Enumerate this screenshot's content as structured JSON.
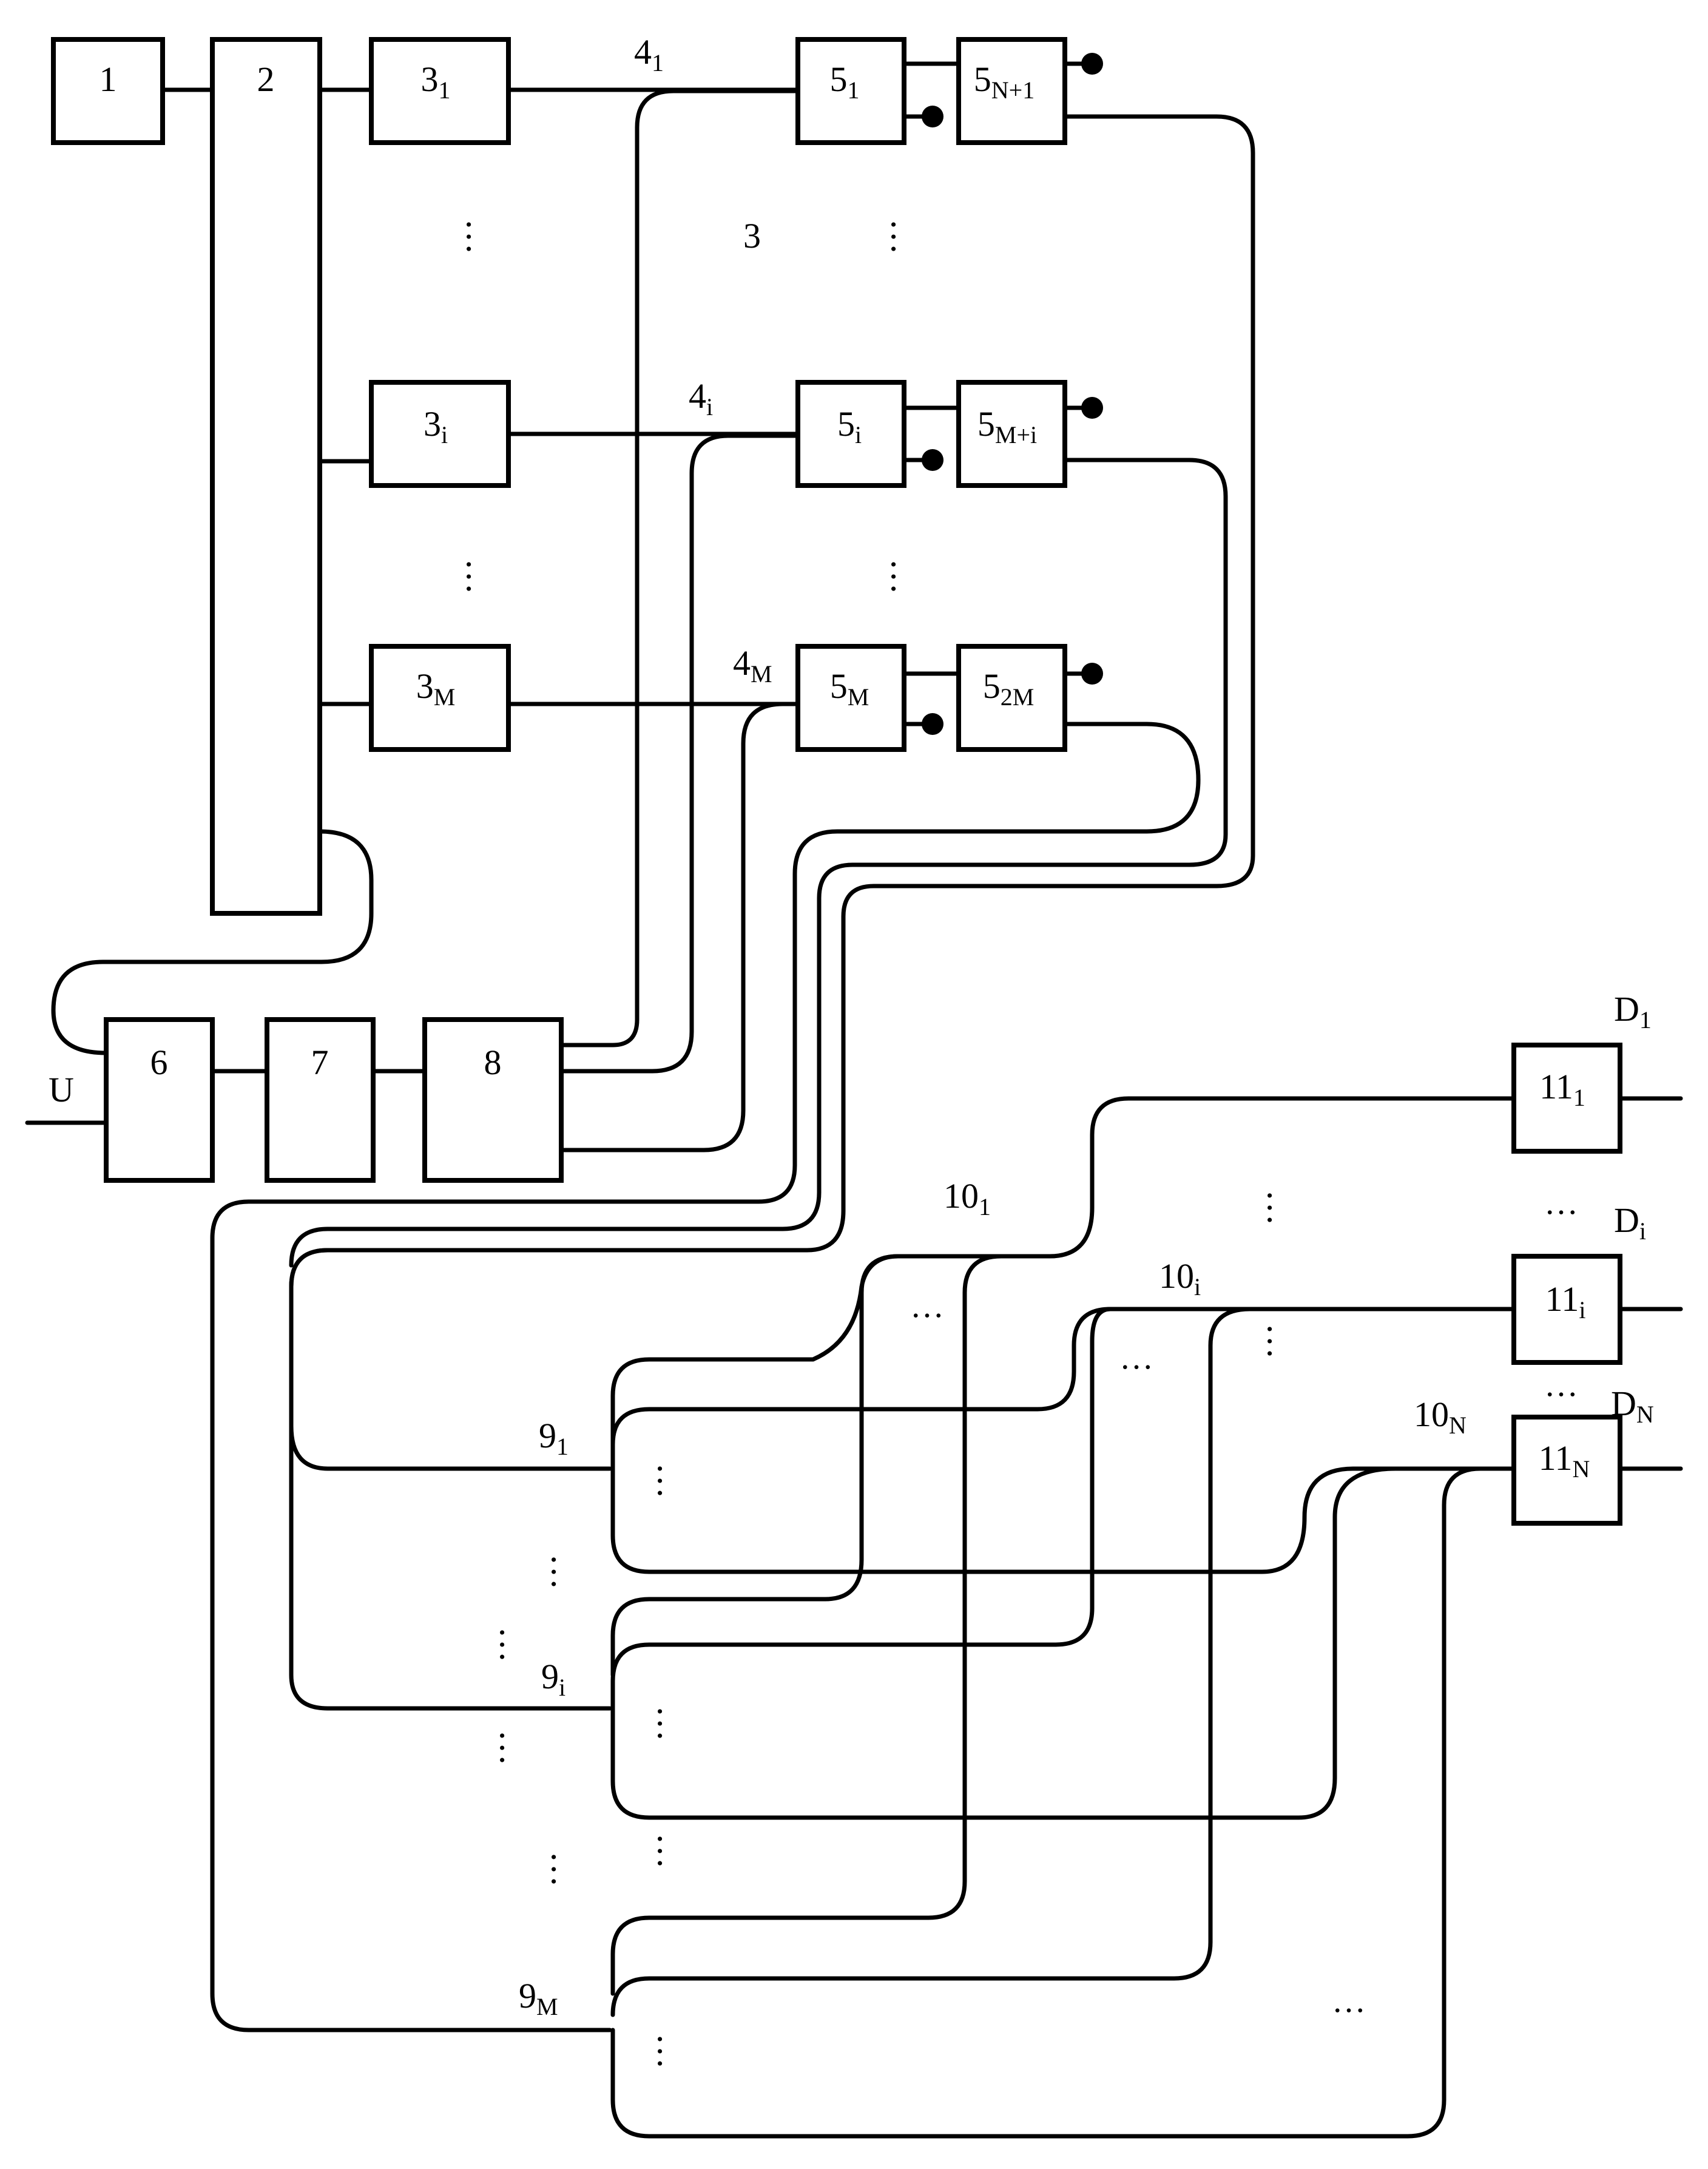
{
  "diagram": {
    "blocks": {
      "b1": {
        "main": "1",
        "sub": ""
      },
      "b2": {
        "main": "2",
        "sub": ""
      },
      "b3_1": {
        "main": "3",
        "sub": "1"
      },
      "b3_i": {
        "main": "3",
        "sub": "i"
      },
      "b3_M": {
        "main": "3",
        "sub": "M"
      },
      "b5_1": {
        "main": "5",
        "sub": "1"
      },
      "b5_N1": {
        "main": "5",
        "sub": "N+1"
      },
      "b5_i": {
        "main": "5",
        "sub": "i"
      },
      "b5_Mi": {
        "main": "5",
        "sub": "M+i"
      },
      "b5_M": {
        "main": "5",
        "sub": "M"
      },
      "b5_2M": {
        "main": "5",
        "sub": "2M"
      },
      "b6": {
        "main": "6",
        "sub": ""
      },
      "b7": {
        "main": "7",
        "sub": ""
      },
      "b8": {
        "main": "8",
        "sub": ""
      },
      "b11_1": {
        "main": "11",
        "sub": "1"
      },
      "b11_i": {
        "main": "11",
        "sub": "i"
      },
      "b11_N": {
        "main": "11",
        "sub": "N"
      }
    },
    "labels": {
      "l4_1": {
        "main": "4",
        "sub": "1"
      },
      "l4_i": {
        "main": "4",
        "sub": "i"
      },
      "l4_M": {
        "main": "4",
        "sub": "M"
      },
      "l3": {
        "main": "3",
        "sub": ""
      },
      "lU": {
        "main": "U",
        "sub": ""
      },
      "l9_1": {
        "main": "9",
        "sub": "1"
      },
      "l9_i": {
        "main": "9",
        "sub": "i"
      },
      "l9_M": {
        "main": "9",
        "sub": "M"
      },
      "l10_1": {
        "main": "10",
        "sub": "1"
      },
      "l10_i": {
        "main": "10",
        "sub": "i"
      },
      "l10_N": {
        "main": "10",
        "sub": "N"
      },
      "lD_1": {
        "main": "D",
        "sub": "1"
      },
      "lD_i": {
        "main": "D",
        "sub": "i"
      },
      "lD_N": {
        "main": "D",
        "sub": "N"
      }
    },
    "ellipsis": "…"
  }
}
